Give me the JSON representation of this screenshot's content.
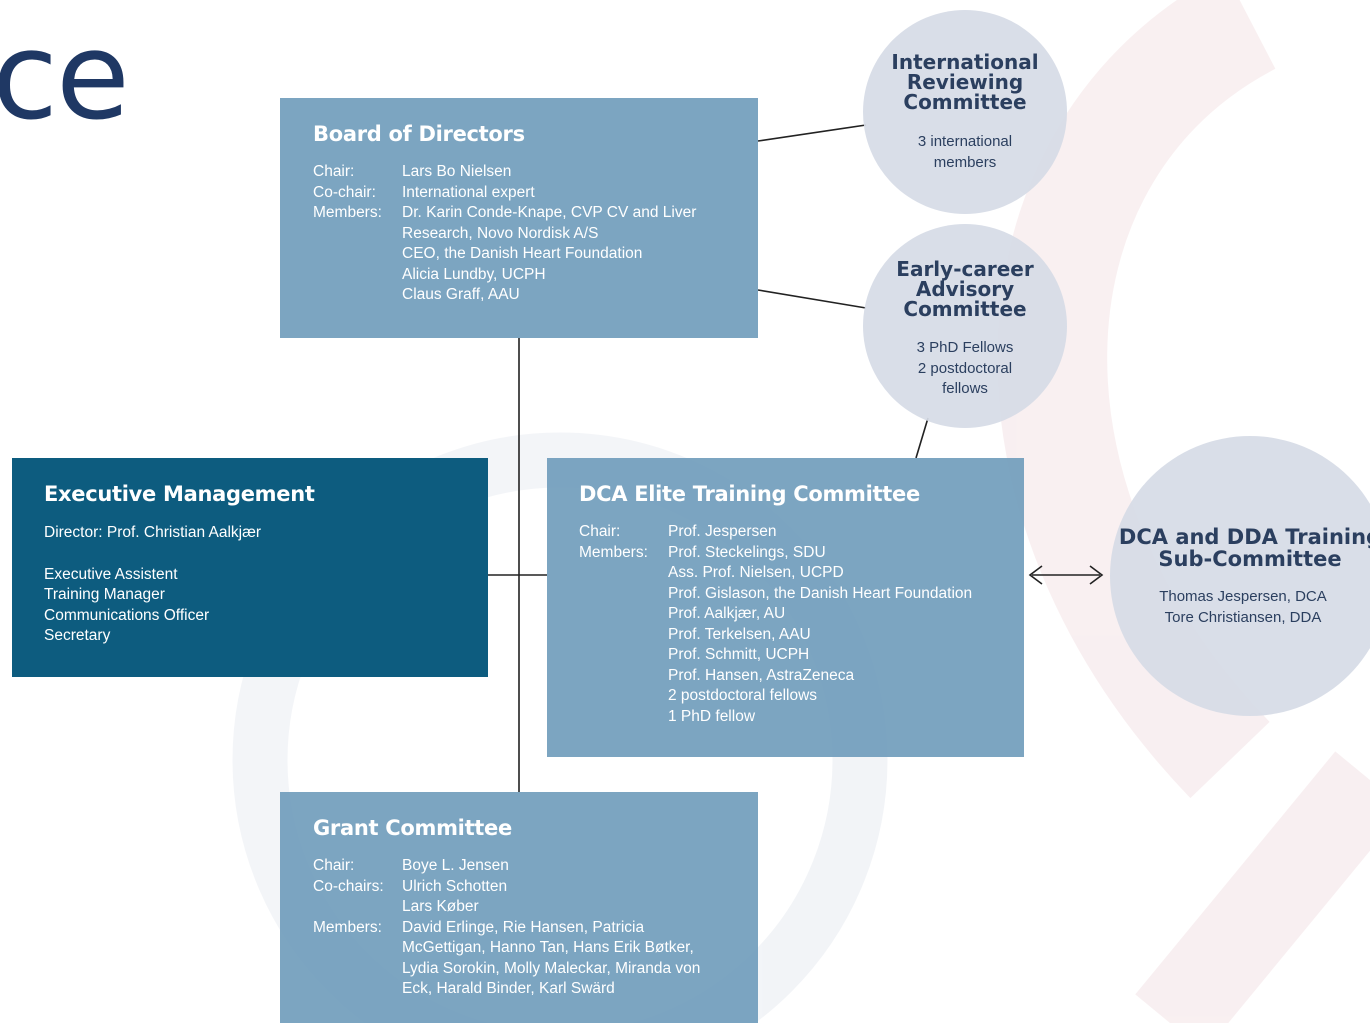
{
  "slide_title_fragment": "ce",
  "board": {
    "title": "Board of Directors",
    "rows": [
      {
        "role": "Chair:",
        "names": [
          "Lars Bo Nielsen"
        ]
      },
      {
        "role": "Co-chair:",
        "names": [
          "International expert"
        ]
      },
      {
        "role": "Members:",
        "names": [
          "Dr. Karin Conde-Knape, CVP CV and Liver",
          "Research, Novo Nordisk A/S",
          "CEO, the Danish Heart Foundation",
          "Alicia Lundby, UCPH",
          "Claus Graff, AAU"
        ]
      }
    ]
  },
  "executive": {
    "title": "Executive Management",
    "director": "Director: Prof. Christian Aalkjær",
    "staff": [
      "Executive Assistent",
      "Training Manager",
      "Communications Officer",
      "Secretary"
    ]
  },
  "elite": {
    "title": "DCA Elite Training Committee",
    "rows": [
      {
        "role": "Chair:",
        "names": [
          "Prof. Jespersen"
        ]
      },
      {
        "role": "Members:",
        "names": [
          "Prof. Steckelings, SDU",
          "Ass. Prof. Nielsen, UCPD",
          "Prof. Gislason, the Danish Heart Foundation",
          "Prof. Aalkjær, AU",
          "Prof. Terkelsen, AAU",
          "Prof. Schmitt, UCPH",
          "Prof. Hansen, AstraZeneca",
          "2 postdoctoral fellows",
          "1 PhD fellow"
        ]
      }
    ]
  },
  "grant": {
    "title": "Grant Committee",
    "rows": [
      {
        "role": "Chair:",
        "names": [
          "Boye L. Jensen"
        ]
      },
      {
        "role": "Co-chairs:",
        "names": [
          "Ulrich Schotten",
          "Lars Køber"
        ]
      },
      {
        "role": "Members:",
        "names": [
          "David Erlinge, Rie Hansen, Patricia",
          "McGettigan, Hanno Tan, Hans Erik Bøtker,",
          "Lydia Sorokin, Molly Maleckar, Miranda von",
          "Eck, Harald Binder, Karl Swärd"
        ]
      }
    ]
  },
  "international": {
    "title_lines": [
      "International",
      "Reviewing",
      "Committee"
    ],
    "body_lines": [
      "3 international",
      "members"
    ]
  },
  "early_career": {
    "title_lines": [
      "Early-career",
      "Advisory",
      "Committee"
    ],
    "body_lines": [
      "3 PhD Fellows",
      "2 postdoctoral",
      "fellows"
    ]
  },
  "subcommittee": {
    "title_lines": [
      "DCA and DDA Training",
      "Sub-Committee"
    ],
    "body_lines": [
      "Thomas Jespersen, DCA",
      "Tore Christiansen, DDA"
    ]
  },
  "colors": {
    "title_navy": "#1f3864",
    "box_light": "#6e9bba",
    "box_dark": "#0d5c7f",
    "circle_fill": "#d6dbe6",
    "circle_text": "#2b3f5f",
    "watermark": "#f4e3e6"
  }
}
